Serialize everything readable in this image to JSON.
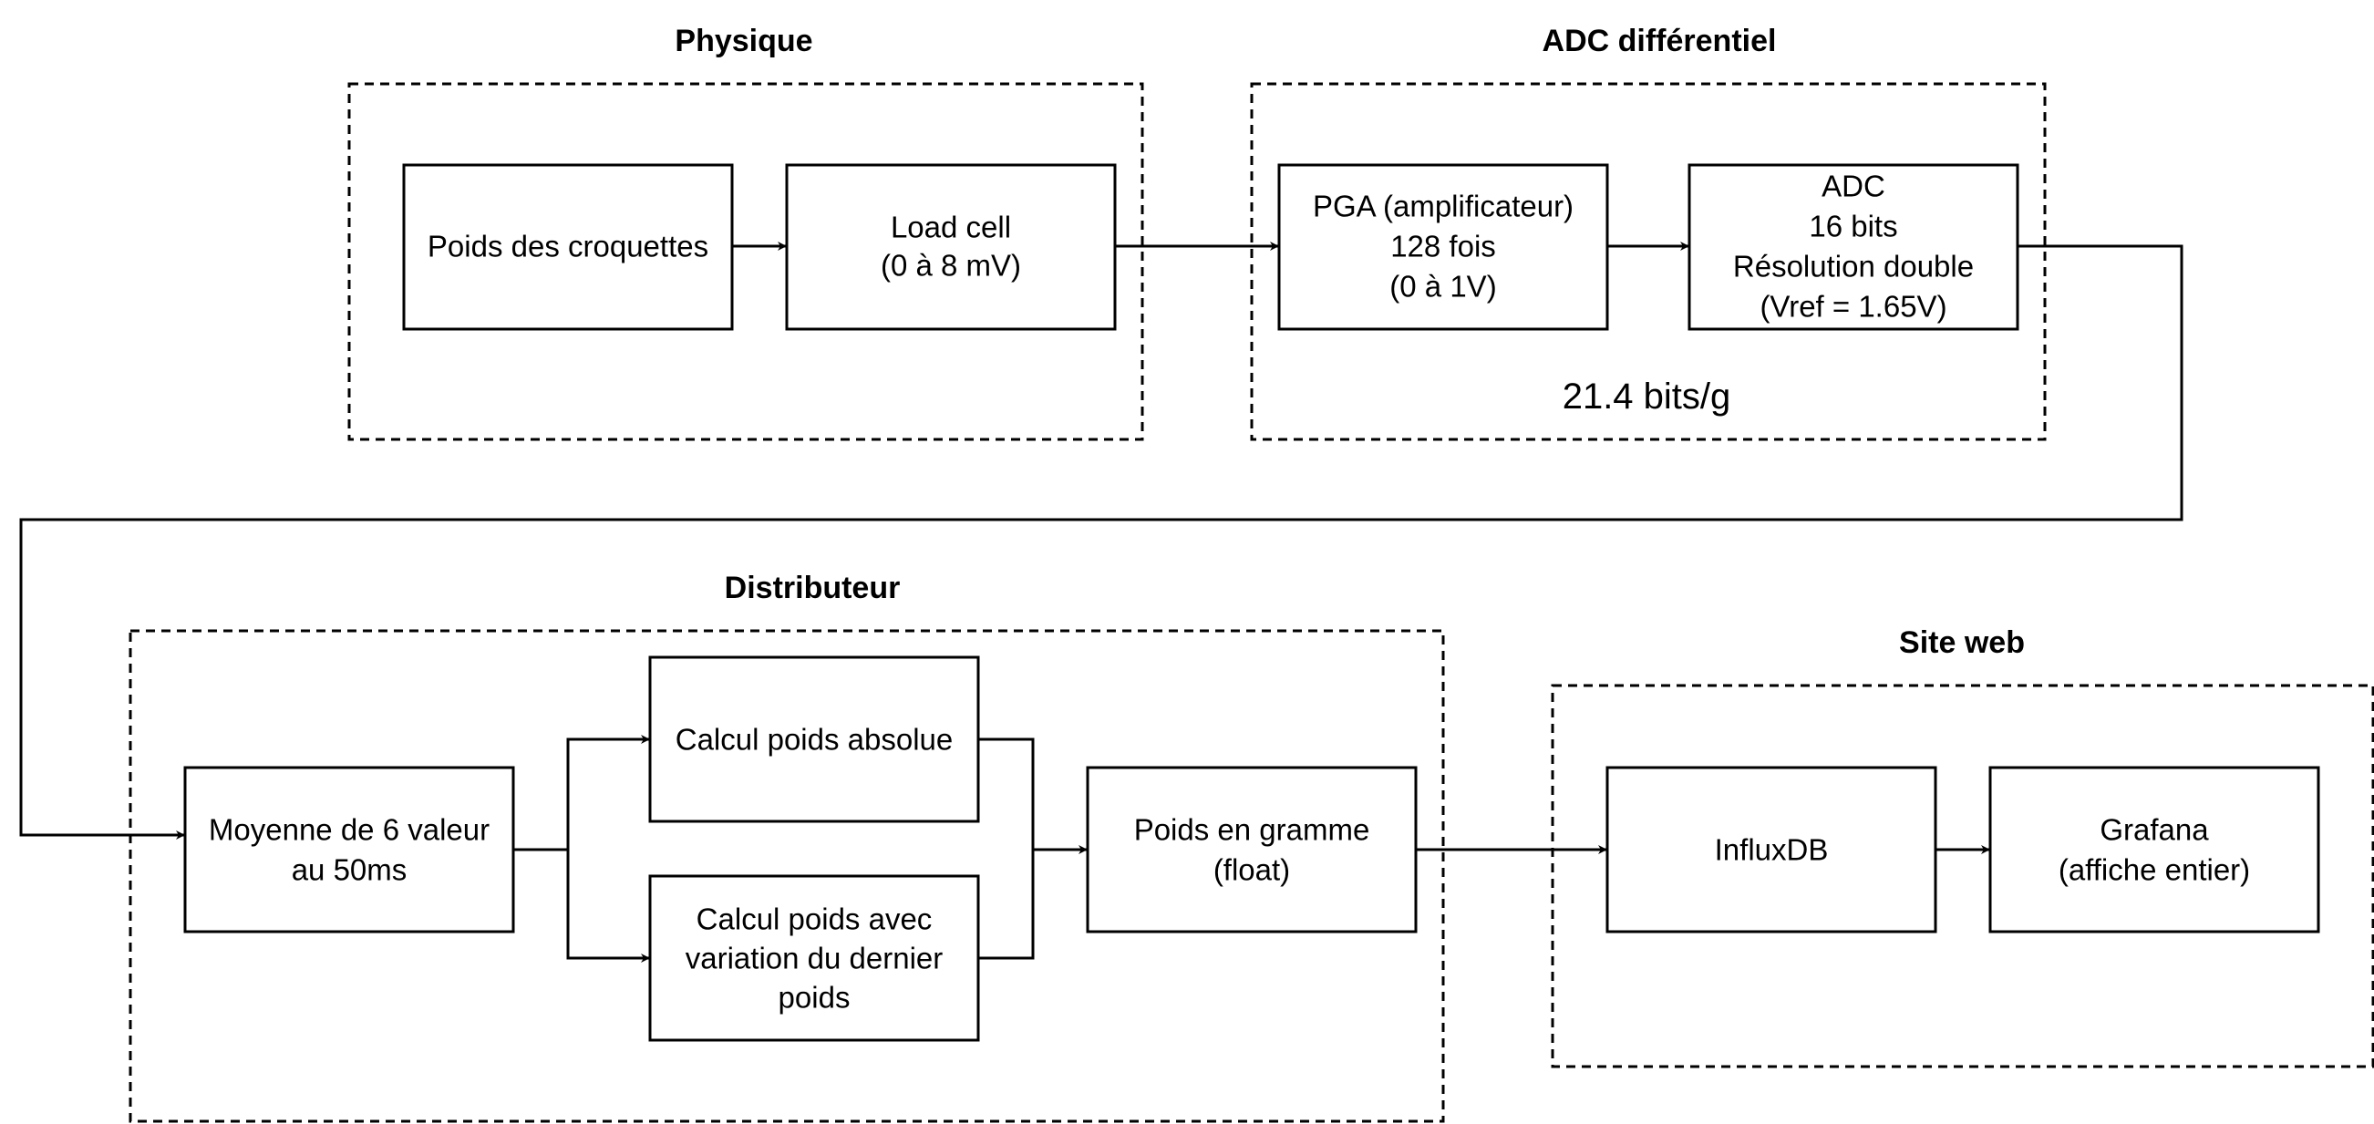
{
  "groups": {
    "physique": {
      "title": "Physique"
    },
    "adc": {
      "title": "ADC différentiel",
      "note": "21.4 bits/g"
    },
    "distributeur": {
      "title": "Distributeur"
    },
    "site_web": {
      "title": "Site web"
    }
  },
  "nodes": {
    "poids_croquettes": {
      "lines": [
        "Poids des croquettes"
      ]
    },
    "load_cell": {
      "lines": [
        "Load cell",
        "(0 à 8 mV)"
      ]
    },
    "pga": {
      "lines": [
        "PGA (amplificateur)",
        "128 fois",
        "(0 à 1V)"
      ]
    },
    "adc": {
      "lines": [
        "ADC",
        "16 bits",
        "Résolution double",
        "(Vref = 1.65V)"
      ]
    },
    "moyenne": {
      "lines": [
        "Moyenne de 6 valeur",
        "au 50ms"
      ]
    },
    "calcul_absolue": {
      "lines": [
        "Calcul poids absolue"
      ]
    },
    "calcul_variation": {
      "lines": [
        "Calcul poids avec",
        "variation du dernier",
        "poids"
      ]
    },
    "poids_gramme": {
      "lines": [
        "Poids en gramme",
        "(float)"
      ]
    },
    "influxdb": {
      "lines": [
        "InfluxDB"
      ]
    },
    "grafana": {
      "lines": [
        "Grafana",
        "(affiche entier)"
      ]
    }
  }
}
